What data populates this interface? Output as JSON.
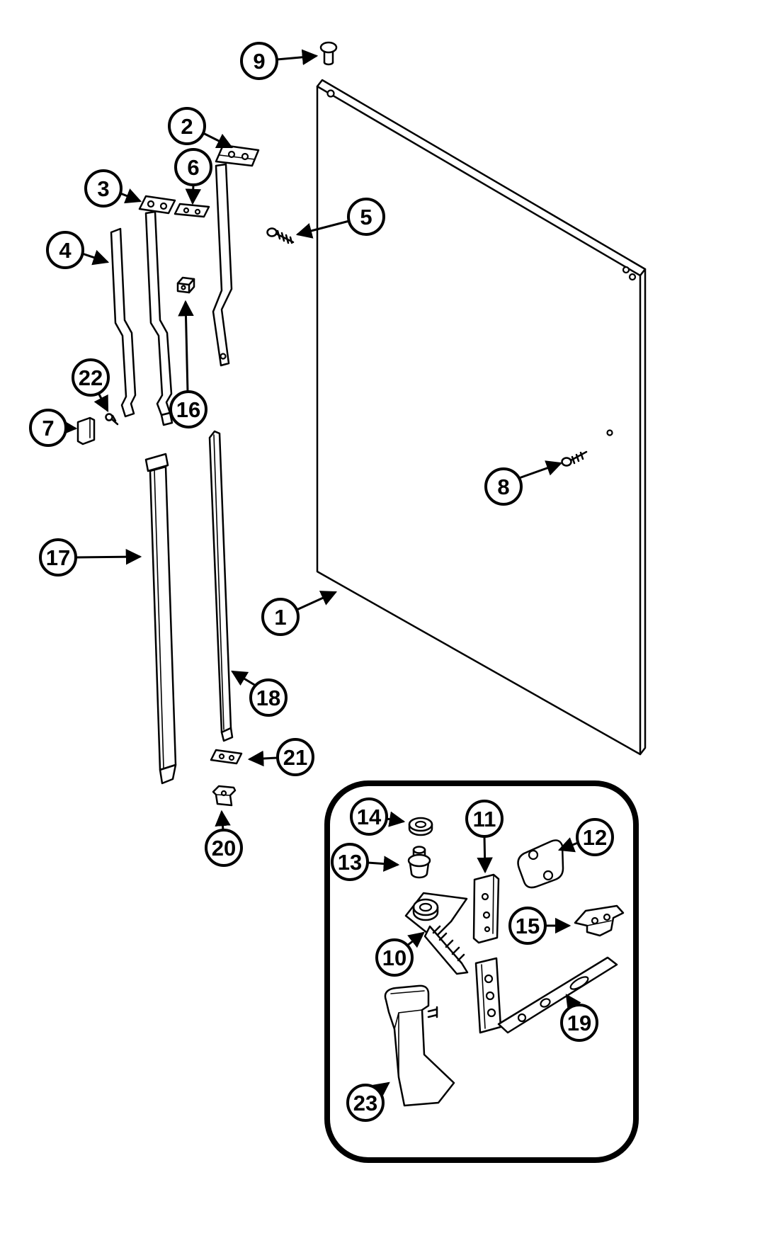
{
  "diagram": {
    "background_color": "#ffffff",
    "line_color": "#000000",
    "callouts": [
      {
        "label": "1"
      },
      {
        "label": "2"
      },
      {
        "label": "3"
      },
      {
        "label": "4"
      },
      {
        "label": "5"
      },
      {
        "label": "6"
      },
      {
        "label": "7"
      },
      {
        "label": "8"
      },
      {
        "label": "9"
      },
      {
        "label": "10"
      },
      {
        "label": "11"
      },
      {
        "label": "12"
      },
      {
        "label": "13"
      },
      {
        "label": "14"
      },
      {
        "label": "15"
      },
      {
        "label": "16"
      },
      {
        "label": "17"
      },
      {
        "label": "18"
      },
      {
        "label": "19"
      },
      {
        "label": "20"
      },
      {
        "label": "21"
      },
      {
        "label": "22"
      },
      {
        "label": "23"
      }
    ]
  }
}
